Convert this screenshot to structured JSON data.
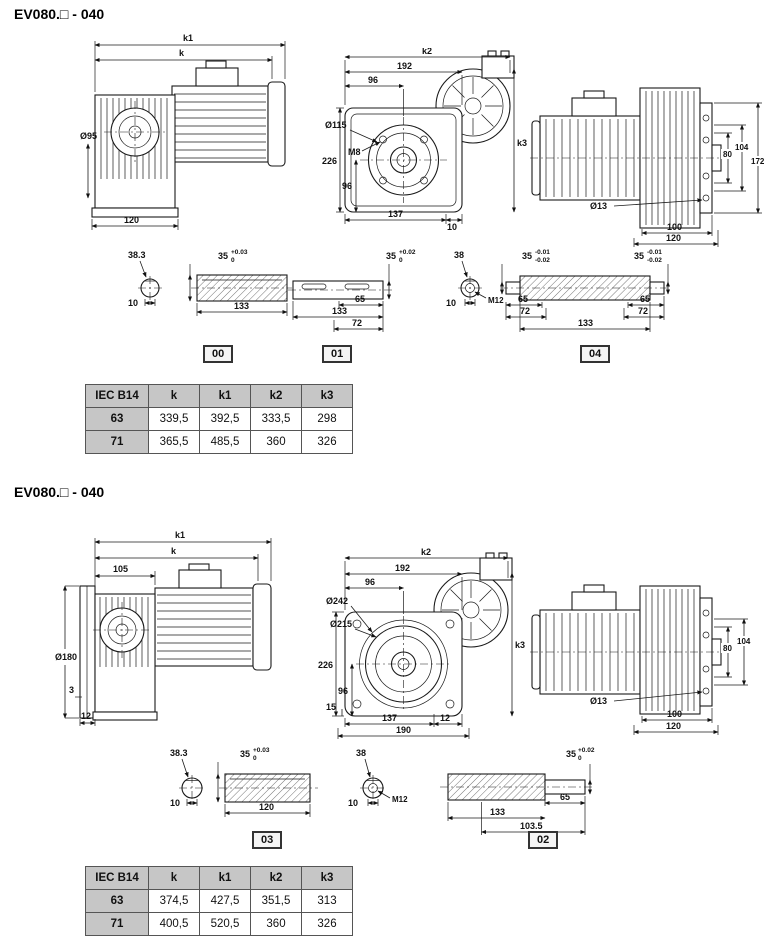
{
  "page": {
    "bg": "#ffffff",
    "line_color": "#1a1a1a",
    "table_header_bg": "#c6c6c6"
  },
  "s1": {
    "title": "EV080.□ - 040",
    "a": {
      "k1": "k1",
      "k": "k",
      "d95": "Ø95",
      "w120": "120"
    },
    "b": {
      "k2": "k2",
      "w192": "192",
      "w96": "96",
      "d115": "Ø115",
      "m8": "M8",
      "h226": "226",
      "h96": "96",
      "w137": "137",
      "w10": "10",
      "k3": "k3"
    },
    "c": {
      "h80": "80",
      "h104": "104",
      "h172": "172",
      "d13": "Ø13",
      "w100": "100",
      "w120": "120"
    },
    "sh00": {
      "tag": "00",
      "d383": "38.3",
      "w10": "10",
      "d35": "35",
      "tu": "+0.03",
      "tb": "0",
      "l133": "133"
    },
    "sh01": {
      "tag": "01",
      "d35": "35",
      "tu": "+0.02",
      "tb": "0",
      "l65": "65",
      "l133": "133",
      "l72": "72"
    },
    "sh04": {
      "tag": "04",
      "d38": "38",
      "w10": "10",
      "m12": "M12",
      "d35l": "35",
      "tul": "-0.01",
      "tbl": "-0.02",
      "d35r": "35",
      "tur": "-0.01",
      "tbr": "-0.02",
      "l65l": "65",
      "l72l": "72",
      "l133": "133",
      "l65r": "65",
      "l72r": "72"
    },
    "table": {
      "h": [
        "IEC B14",
        "k",
        "k1",
        "k2",
        "k3"
      ],
      "r": [
        [
          "63",
          "339,5",
          "392,5",
          "333,5",
          "298"
        ],
        [
          "71",
          "365,5",
          "485,5",
          "360",
          "326"
        ]
      ]
    }
  },
  "s2": {
    "title": "EV080.□ - 040",
    "a": {
      "k1": "k1",
      "k": "k",
      "w105": "105",
      "d180": "Ø180",
      "t3": "3",
      "t12": "12"
    },
    "b": {
      "k2": "k2",
      "w192": "192",
      "w96": "96",
      "d242": "Ø242",
      "d215": "Ø215",
      "h226": "226",
      "h96": "96",
      "h15": "15",
      "w137": "137",
      "w12": "12",
      "w190": "190",
      "k3": "k3"
    },
    "c": {
      "h80": "80",
      "h104": "104",
      "d13": "Ø13",
      "w100": "100",
      "w120": "120"
    },
    "sh03": {
      "tag": "03",
      "d383": "38.3",
      "w10": "10",
      "d35": "35",
      "tu": "+0.03",
      "tb": "0",
      "l120": "120"
    },
    "sh02": {
      "tag": "02",
      "d38": "38",
      "w10": "10",
      "m12": "M12",
      "d35": "35",
      "tu": "+0.02",
      "tb": "0",
      "l65": "65",
      "l133": "133",
      "l1035": "103.5"
    },
    "table": {
      "h": [
        "IEC B14",
        "k",
        "k1",
        "k2",
        "k3"
      ],
      "r": [
        [
          "63",
          "374,5",
          "427,5",
          "351,5",
          "313"
        ],
        [
          "71",
          "400,5",
          "520,5",
          "360",
          "326"
        ]
      ]
    }
  }
}
